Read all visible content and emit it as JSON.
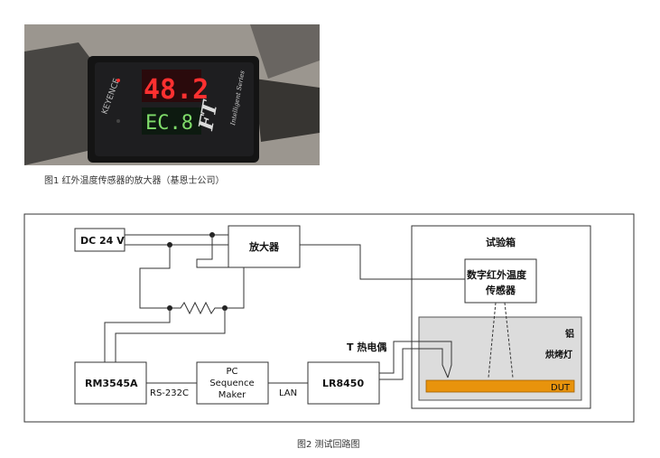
{
  "photo": {
    "brand": "KEYENCE",
    "display_top": "48.2",
    "display_bottom": "EC.8",
    "series_mark": "FT",
    "series_sub": "Intelligent Series",
    "caption": "图1 红外温度传感器的放大器（基恩士公司）"
  },
  "diagram": {
    "dc_label": "DC 24 V",
    "amp_label": "放大器",
    "chamber_label": "试验箱",
    "sensor_line1": "数字红外温度",
    "sensor_line2": "传感器",
    "aluminum_label": "铝",
    "lamp_label": "烘烤灯",
    "dut_label": "DUT",
    "thermocouple_label": "T 热电偶",
    "rm_label": "RM3545A",
    "rs_label": "RS-232C",
    "pc_line1": "PC",
    "pc_line2": "Sequence",
    "pc_line3": "Maker",
    "lan_label": "LAN",
    "lr_label": "LR8450",
    "caption": "图2 测试回路图"
  },
  "colors": {
    "dut_fill": "#e8930c",
    "shelf_fill": "#dcdcdc",
    "red_led": "#ff3030",
    "green_led": "#7fdc6a"
  }
}
